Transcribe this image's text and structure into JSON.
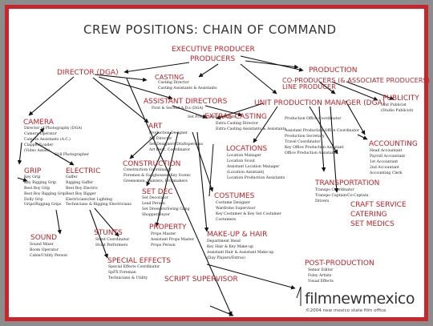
{
  "title": "CREW POSITIONS:  CHAIN OF COMMAND",
  "executive_producer": "EXECUTIVE PRODUCER",
  "producers": "PRODUCERS",
  "production": "PRODUCTION",
  "co_producers": "CO-PRODUCERS (& ASSOCIATE PRODUCERS)",
  "line_producer": "LINE PRODUCER",
  "director": "DIRECTOR (DGA)",
  "casting": {
    "label": "CASTING",
    "items": [
      "Casting Director",
      "Casting Assistants & Assistants"
    ]
  },
  "assistant_directors": {
    "label": "ASSISTANT DIRECTORS",
    "items": [
      "First & Second A.D.s (DGA)"
    ]
  },
  "extras_casting": {
    "label": "EXTRAS CASTING",
    "items": [
      "Extra Casting Director",
      "Extra Casting Assistants & Assistants"
    ]
  },
  "set_production_assistants": "Set Production Assistants",
  "upm": {
    "label": "UNIT PRODUCTION MANAGER (DGA)",
    "items": [
      "Production Office Coordinator"
    ]
  },
  "publicity": {
    "label": "PUBLICITY",
    "items": [
      "Unit Publicist",
      "(Studio Publicist)"
    ]
  },
  "production_office": {
    "items": [
      "Assistant Production Office Coordinator",
      "Production Secretary",
      "Travel Coordinator",
      "Key Office Production Assistant",
      "Office Production Assistants"
    ]
  },
  "accounting": {
    "label": "ACCOUNTING",
    "items": [
      "Head Accountant",
      "Payroll Accountant",
      "1st Accountant",
      "2nd Accountant",
      "Accounting Clerk"
    ]
  },
  "camera": {
    "label": "CAMERA",
    "items": [
      "Director of Photography (DGA)",
      "Camera Operator",
      "Camera Assistants (A.C.)",
      "Clapper/Loader",
      "(Video Assist)"
    ]
  },
  "still_photographer": "Still Photographer",
  "art": {
    "label": "ART",
    "items": [
      "Production Designer",
      "Art Director",
      "Set Designers/Draftspersons",
      "Art Dept. Coordinator"
    ]
  },
  "locations": {
    "label": "LOCATIONS",
    "items": [
      "Location Manager",
      "Location Scout",
      "Assistant Location Manager",
      "(Location Assistant)",
      "Location Production Assistants"
    ]
  },
  "grip": {
    "label": "GRIP",
    "items": [
      "Key Grip",
      "Key Rigging Grip",
      "Best Boy Grip",
      "Best Boy Rigging Grip",
      "Dolly Grip",
      "Grips/Rigging Grips"
    ]
  },
  "electric": {
    "label": "ELECTRIC",
    "items": [
      "Gaffer",
      "Rigging Gaffer",
      "Best Boy Electric",
      "Best Boy Rigger",
      "Electricians/Set Lighting",
      "Technicians & Rigging Electricians"
    ]
  },
  "construction": {
    "label": "CONSTRUCTION",
    "items": [
      "Construction Coordinator",
      "Foremen & Gangbosses: Key Scenic",
      "Greensmen, Painters, Propmakers"
    ]
  },
  "set_dec": {
    "label": "SET DEC",
    "items": [
      "Set Decorator",
      "Lead Person",
      "Set Dressers/Swing Gang",
      "Shopper/Buyer"
    ]
  },
  "costumes": {
    "label": "COSTUMES",
    "items": [
      "Costume Designer",
      "Wardrobe Supervisor",
      "Key Costumer & Key Set Costumer",
      "Costumers"
    ]
  },
  "transportation": {
    "label": "TRANSPORTATION",
    "items": [
      "Transpo Coordinator",
      "Transpo Captain/Co-Captain",
      "Drivers"
    ]
  },
  "craft_service": "CRAFT SERVICE",
  "catering": "CATERING",
  "set_medics": "SET MEDICS",
  "sound": {
    "label": "SOUND",
    "items": [
      "Sound Mixer",
      "Boom Operator",
      "Cable/Utility Person"
    ]
  },
  "stunts": {
    "label": "STUNTS",
    "items": [
      "Stunt Coordinator",
      "Stunt Performers"
    ]
  },
  "property": {
    "label": "PROPERTY",
    "items": [
      "Props Master",
      "Assistant Props Master",
      "Props Person"
    ]
  },
  "makeup_hair": {
    "label": "MAKE-UP & HAIR",
    "items": [
      "Department Head",
      "Key Hair & Key Make-up",
      "Assistant Hair & Assistant Make-up",
      "(Day Players/Extras)"
    ]
  },
  "special_effects": {
    "label": "SPECIAL EFFECTS",
    "items": [
      "Special Effects Coordinator",
      "SpFX Foreman",
      "Technicians & Utility"
    ]
  },
  "script_supervisor": "SCRIPT SUPERVISOR",
  "post_production": {
    "label": "POST-PRODUCTION",
    "items": [
      "Senior Editor",
      "Foley Artists",
      "Visual Effects"
    ]
  },
  "logo": "filmnewmexico",
  "copyright": "©2004 new mexico state film office",
  "colors": {
    "frame": "#c8262c",
    "accent": "#c41e24",
    "page": "#8c8c8c"
  }
}
